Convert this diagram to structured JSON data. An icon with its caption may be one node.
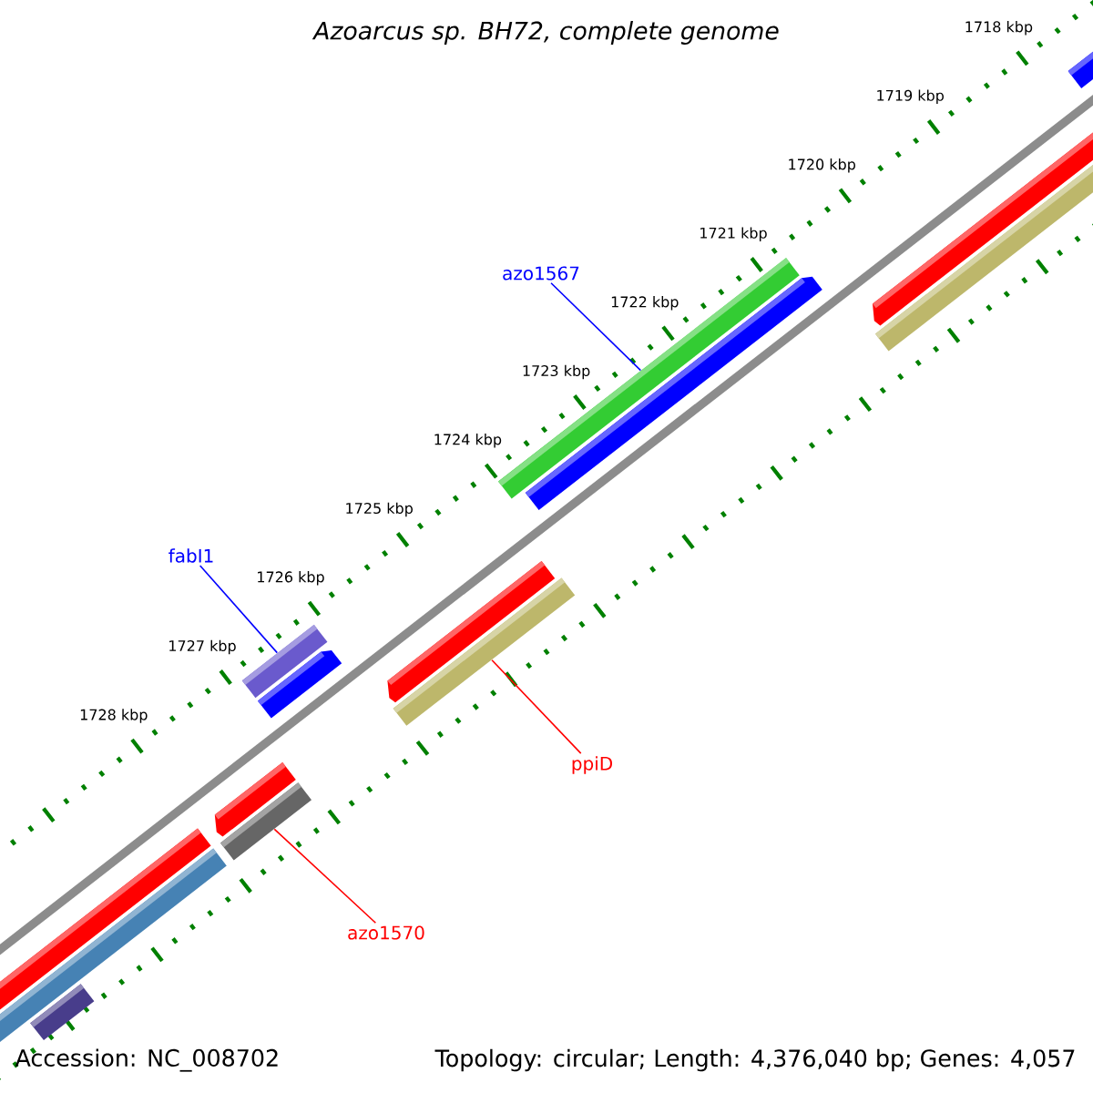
{
  "diagram": {
    "title": "Azoarcus sp. BH72, complete genome",
    "nodes": [
      {
        "text": [
          "azo1567"
        ]
      },
      {
        "text": [],
        "shape": "bar"
      },
      {
        "text": [
          "fabI1"
        ]
      },
      {
        "text": [],
        "shape": "bar"
      },
      {
        "text": [
          "ppiD"
        ]
      },
      {
        "text": [],
        "shape": "bar"
      },
      {
        "text": [
          "azo1570"
        ]
      },
      {
        "text": [],
        "shape": "bar"
      }
    ],
    "edges": [
      {
        "from": 0,
        "to": 1,
        "arrow": "none",
        "color": "#0000ff"
      },
      {
        "from": 2,
        "to": 3,
        "arrow": "none",
        "color": "#0000ff"
      },
      {
        "from": 4,
        "to": 5,
        "arrow": "none",
        "color": "#ff0000"
      },
      {
        "from": 6,
        "to": 7,
        "arrow": "none",
        "color": "#ff0000"
      }
    ],
    "labels": [
      "1718 kbp",
      "1719 kbp",
      "1720 kbp",
      "1721 kbp",
      "1722 kbp",
      "1723 kbp",
      "1724 kbp",
      "1725 kbp",
      "1726 kbp",
      "1727 kbp",
      "1728 kbp",
      "Accession: NC_008702",
      "Topology: circular; Length: 4,376,040 bp; Genes: 4,057"
    ]
  }
}
